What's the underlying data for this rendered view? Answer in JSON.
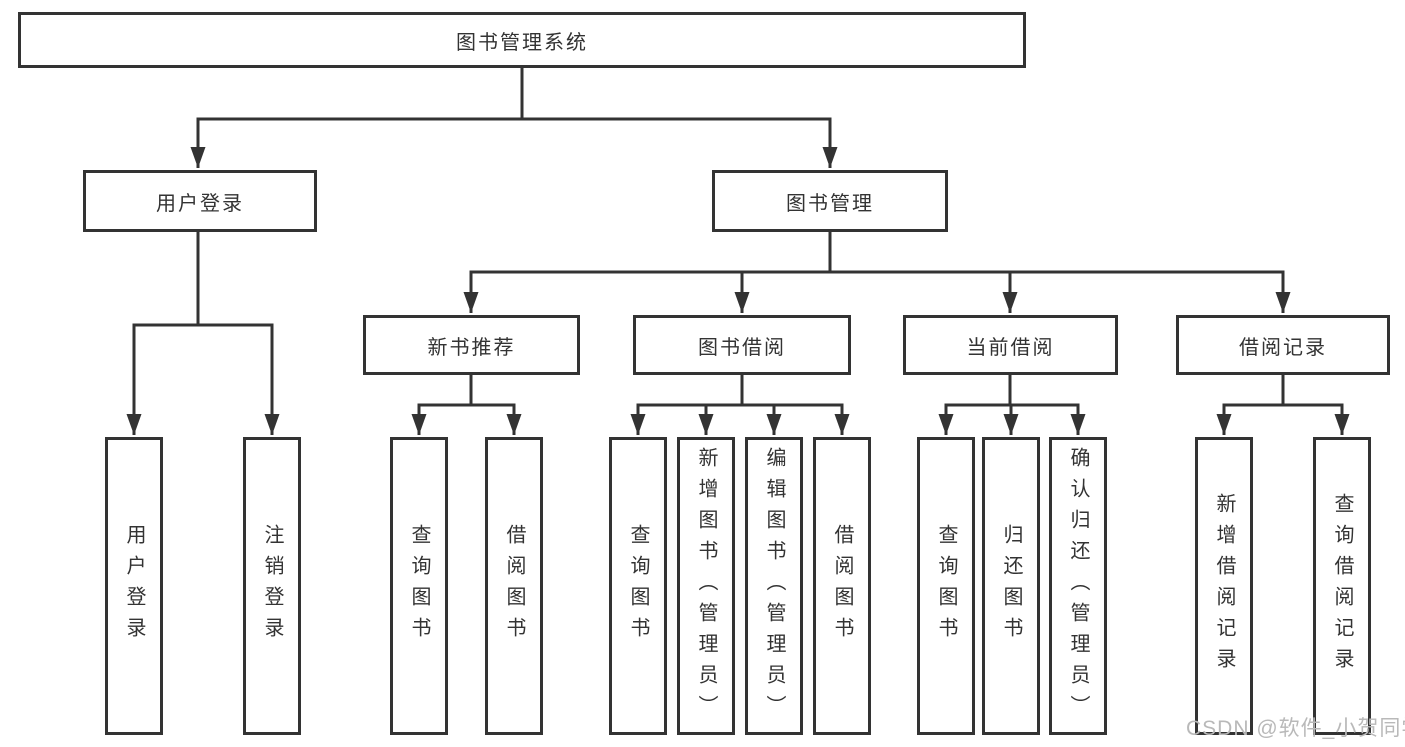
{
  "diagram": {
    "type": "hierarchy-tree",
    "root": {
      "label": "图书管理系统"
    },
    "branches": [
      {
        "label": "用户登录",
        "children": [
          "用户登录",
          "注销登录"
        ]
      },
      {
        "label": "图书管理",
        "sections": [
          {
            "label": "新书推荐",
            "children": [
              "查询图书",
              "借阅图书"
            ]
          },
          {
            "label": "图书借阅",
            "children": [
              "查询图书",
              "新增图书（管理员）",
              "编辑图书（管理员）",
              "借阅图书"
            ]
          },
          {
            "label": "当前借阅",
            "children": [
              "查询图书",
              "归还图书",
              "确认归还（管理员）"
            ]
          },
          {
            "label": "借阅记录",
            "children": [
              "新增借阅记录",
              "查询借阅记录"
            ]
          }
        ]
      }
    ]
  },
  "colors": {
    "line": "#333333",
    "text": "#333333",
    "box_fill": "#ffffff",
    "watermark": "#b9b9b9",
    "background": "#ffffff"
  },
  "watermark": {
    "text": "CSDN @软件_小贺同学"
  }
}
